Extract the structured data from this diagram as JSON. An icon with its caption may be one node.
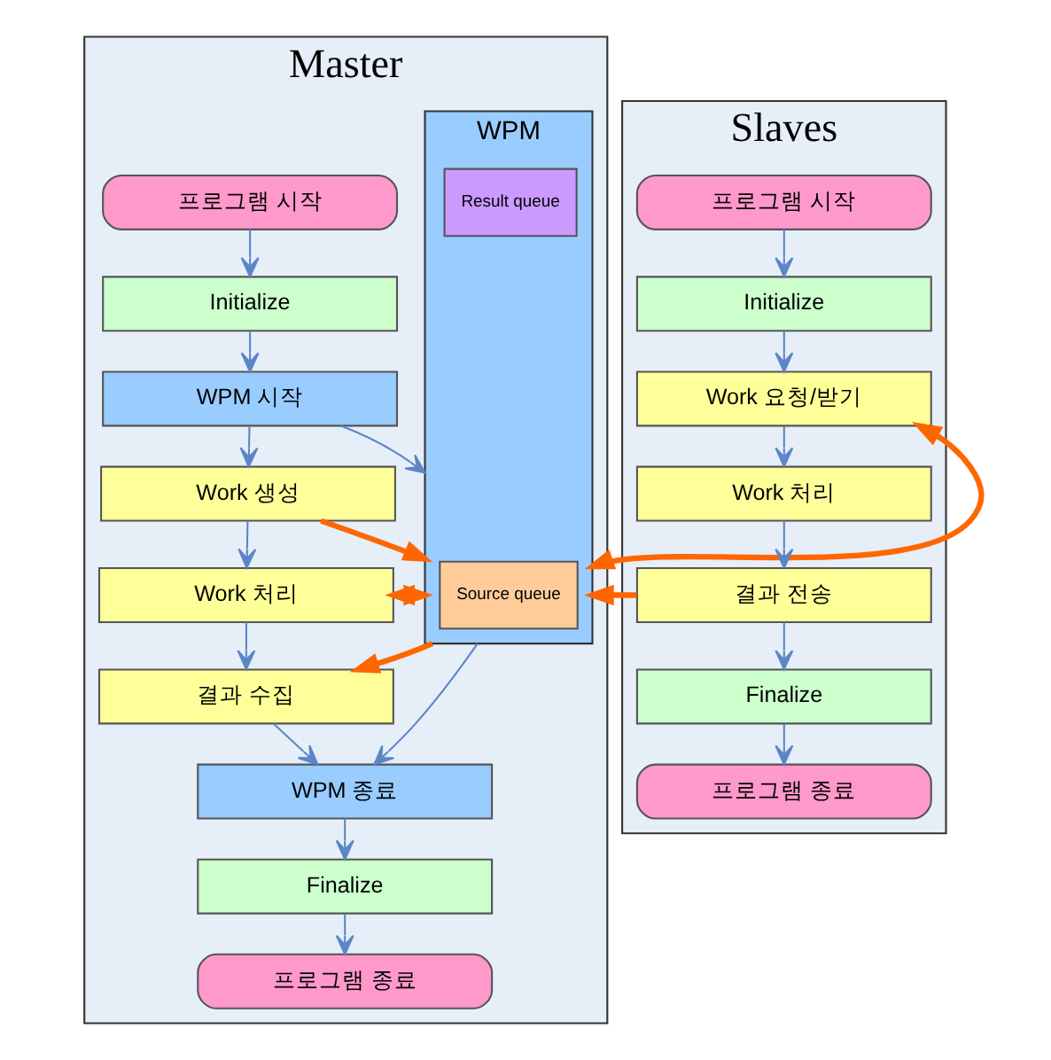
{
  "diagram": {
    "nodes": [
      {
        "text": [
          "Master"
        ]
      },
      {
        "text": [
          "프로그램 시작"
        ],
        "in": 0
      },
      {
        "text": [
          "Initialize"
        ],
        "in": 0
      },
      {
        "text": [
          "WPM 시작"
        ],
        "in": 0
      },
      {
        "text": [
          "Work 생성"
        ],
        "in": 0
      },
      {
        "text": [
          "Work 처리"
        ],
        "in": 0
      },
      {
        "text": [
          "결과 수집"
        ],
        "in": 0
      },
      {
        "text": [
          "WPM 종료"
        ],
        "in": 0
      },
      {
        "text": [
          "Finalize"
        ],
        "in": 0
      },
      {
        "text": [
          "프로그램 종료"
        ],
        "in": 0
      },
      {
        "text": [
          "WPM"
        ],
        "in": 0
      },
      {
        "text": [
          "Source queue"
        ],
        "in": 10
      },
      {
        "text": [
          "Result queue"
        ],
        "in": 10
      },
      {
        "text": [
          "Slaves"
        ]
      },
      {
        "text": [
          "프로그램 시작"
        ],
        "in": 13
      },
      {
        "text": [
          "Initialize"
        ],
        "in": 13
      },
      {
        "text": [
          "Work 요청/받기"
        ],
        "in": 13
      },
      {
        "text": [
          "Work 처리"
        ],
        "in": 13
      },
      {
        "text": [
          "결과 전송"
        ],
        "in": 13
      },
      {
        "text": [
          "Finalize"
        ],
        "in": 13
      },
      {
        "text": [
          "프로그램 종료"
        ],
        "in": 13
      }
    ],
    "edges": [
      {
        "from": 1,
        "to": 2,
        "arrow": "to"
      },
      {
        "from": 2,
        "to": 3,
        "arrow": "to"
      },
      {
        "from": 3,
        "to": 4,
        "arrow": "to"
      },
      {
        "from": 4,
        "to": 5,
        "arrow": "to"
      },
      {
        "from": 5,
        "to": 6,
        "arrow": "to"
      },
      {
        "from": 6,
        "to": 7,
        "arrow": "to"
      },
      {
        "from": 7,
        "to": 8,
        "arrow": "to"
      },
      {
        "from": 8,
        "to": 9,
        "arrow": "to"
      },
      {
        "from": 3,
        "to": 10,
        "arrow": "to"
      },
      {
        "from": 10,
        "to": 7,
        "arrow": "to"
      },
      {
        "from": 4,
        "to": 10,
        "arrow": "to",
        "style": "thick",
        "color": "#ff6600"
      },
      {
        "from": 5,
        "to": 10,
        "arrow": "both",
        "style": "thick",
        "color": "#ff6600"
      },
      {
        "from": 10,
        "to": 6,
        "arrow": "to",
        "style": "thick",
        "color": "#ff6600"
      },
      {
        "from": 10,
        "to": 16,
        "arrow": "both",
        "style": "thick",
        "color": "#ff6600"
      },
      {
        "from": 18,
        "to": 10,
        "arrow": "to",
        "style": "thick",
        "color": "#ff6600"
      },
      {
        "from": 14,
        "to": 15,
        "arrow": "to"
      },
      {
        "from": 15,
        "to": 16,
        "arrow": "to"
      },
      {
        "from": 16,
        "to": 17,
        "arrow": "to"
      },
      {
        "from": 17,
        "to": 18,
        "arrow": "to"
      },
      {
        "from": 18,
        "to": 19,
        "arrow": "to"
      },
      {
        "from": 19,
        "to": 20,
        "arrow": "to"
      }
    ]
  }
}
